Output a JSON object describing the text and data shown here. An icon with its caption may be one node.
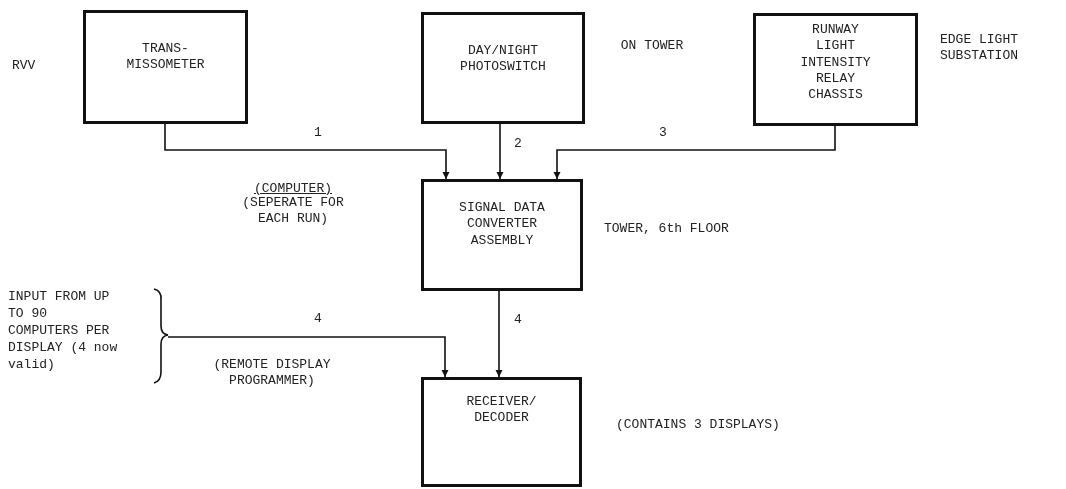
{
  "diagram": {
    "nodes": [
      {
        "text": [
          "TRANS- MISSOMETER"
        ]
      },
      {
        "text": [
          "DAY/NIGHT PHOTOSWITCH"
        ]
      },
      {
        "text": [
          "RUNWAY LIGHT INTENSITY RELAY CHASSIS"
        ]
      },
      {
        "text": [
          "SIGNAL DATA CONVERTER ASSEMBLY"
        ]
      },
      {
        "text": [
          "INPUT FROM UP TO 90 COMPUTERS PER DISPLAY (4 now valid)"
        ]
      },
      {
        "text": [
          "RECEIVER/ DECODER"
        ]
      }
    ],
    "edges": [
      {
        "from": 0,
        "to": 3,
        "arrow": "to",
        "label": "1"
      },
      {
        "from": 1,
        "to": 3,
        "arrow": "to",
        "label": "2"
      },
      {
        "from": 2,
        "to": 3,
        "arrow": "to",
        "label": "3"
      },
      {
        "from": 4,
        "to": 5,
        "arrow": "to",
        "label": "4"
      },
      {
        "from": 3,
        "to": 5,
        "arrow": "to",
        "label": "4"
      }
    ],
    "labels": [
      "RVV",
      "ON TOWER",
      "EDGE LIGHT SUBSTATION",
      "(COMPUTER)",
      "(SEPERATE FOR EACH RUN)",
      "TOWER, 6th FLOOR",
      "(REMOTE DISPLAY PROGRAMMER)",
      "(CONTAINS 3 DISPLAYS)"
    ]
  }
}
